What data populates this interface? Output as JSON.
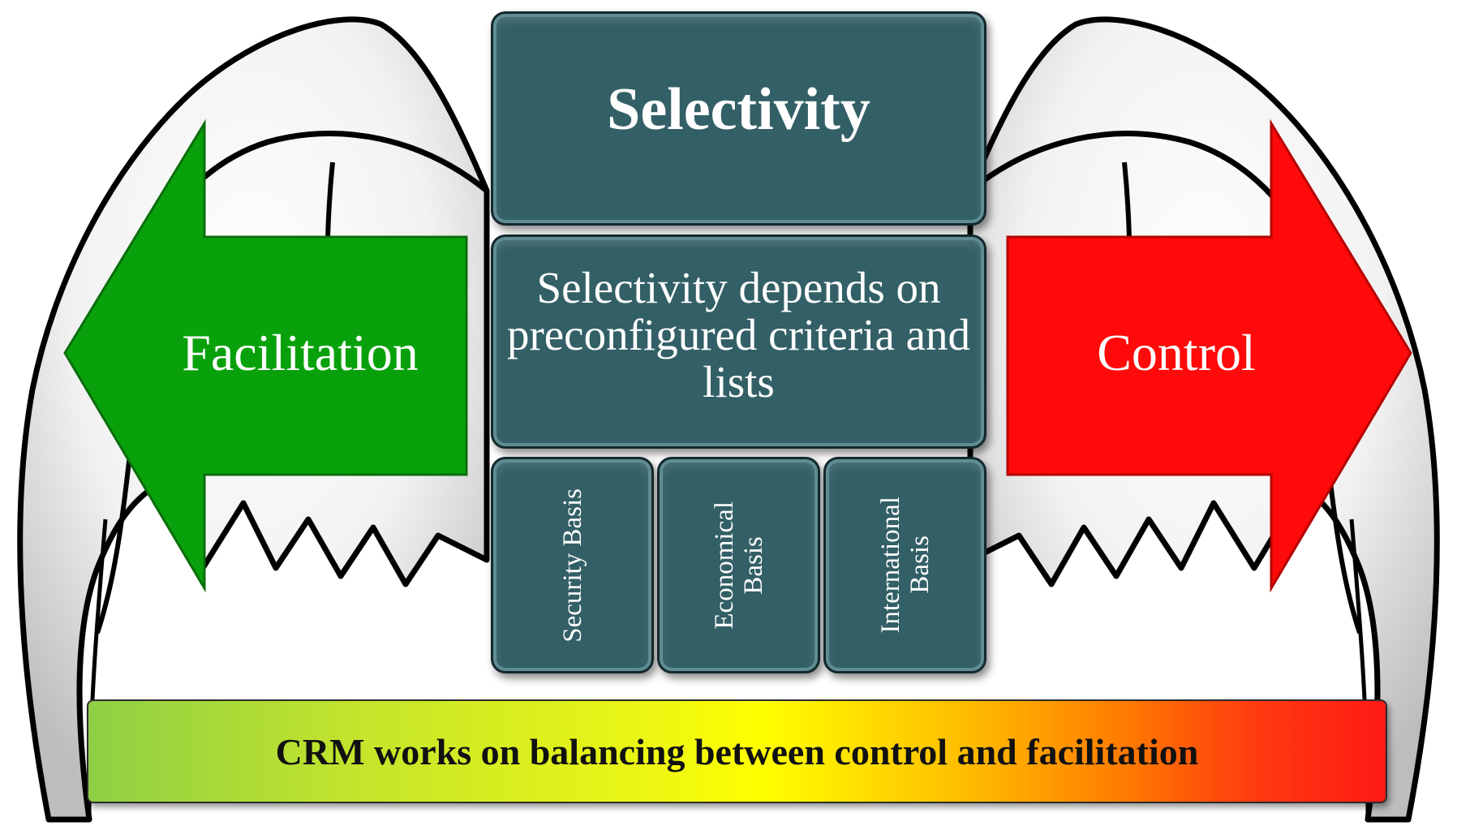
{
  "title": "Selectivity",
  "description": "Selectivity depends on preconfigured criteria and lists",
  "bases": [
    {
      "label": "Security Basis"
    },
    {
      "label": "Economical\nBasis"
    },
    {
      "label": "International\nBasis"
    }
  ],
  "left_arrow": {
    "label": "Facilitation",
    "color": "#08a10b"
  },
  "right_arrow": {
    "label": "Control",
    "color": "#ff0a0a"
  },
  "banner": {
    "text": "CRM works on balancing between control and facilitation"
  },
  "box_color": "#335f66"
}
